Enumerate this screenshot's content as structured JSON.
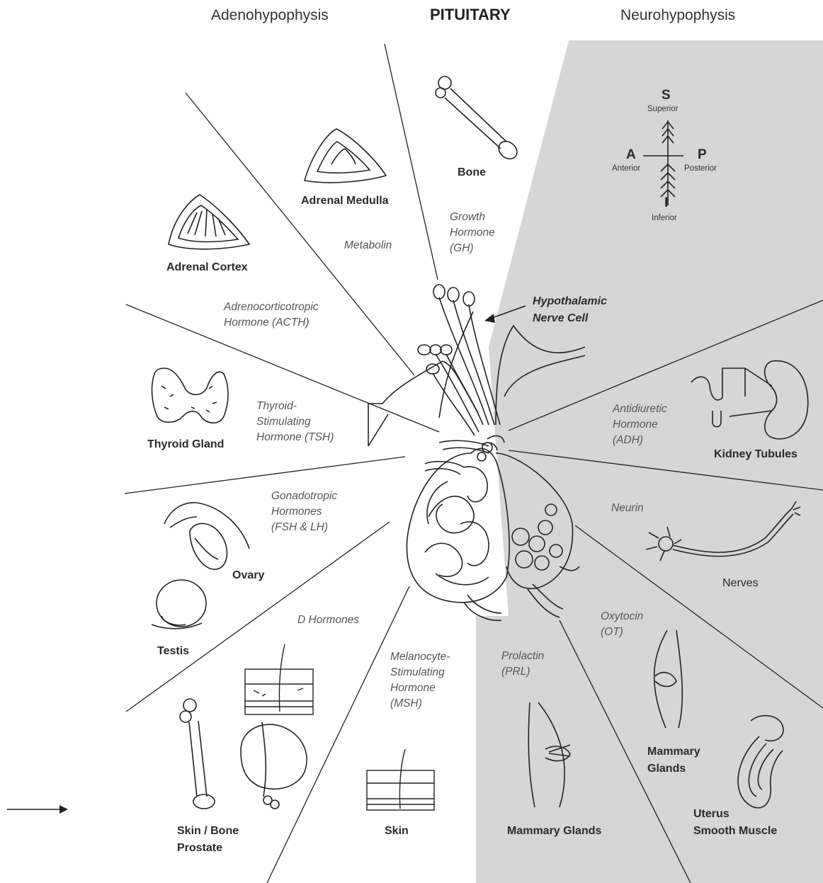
{
  "header": {
    "left": "Adenohypophysis",
    "center": "PITUITARY",
    "right": "Neurohypophysis"
  },
  "orientation": {
    "s": "S",
    "superior": "Superior",
    "a": "A",
    "anterior": "Anterior",
    "p": "P",
    "posterior": "Posterior",
    "i": "I",
    "inferior": "Inferior"
  },
  "callout": {
    "line1": "Hypothalamic",
    "line2": "Nerve Cell"
  },
  "organs": {
    "bone": "Bone",
    "adrenal_medulla": "Adrenal Medulla",
    "adrenal_cortex": "Adrenal Cortex",
    "thyroid_gland": "Thyroid Gland",
    "ovary": "Ovary",
    "testis": "Testis",
    "skin_bone_line1": "Skin / Bone",
    "skin_bone_line2": "Prostate",
    "skin": "Skin",
    "mammary_glands_bottom": "Mammary Glands",
    "mammary_glands_line1": "Mammary",
    "mammary_glands_line2": "Glands",
    "uterus_line1": "Uterus",
    "uterus_line2": "Smooth Muscle",
    "nerves": "Nerves",
    "kidney_tubules": "Kidney Tubules"
  },
  "hormones": {
    "gh": [
      "Growth",
      "Hormone",
      "(GH)"
    ],
    "metabolin": "Metabolin",
    "acth": [
      "Adrenocorticotropic",
      "Hormone (ACTH)"
    ],
    "tsh": [
      "Thyroid-",
      "Stimulating",
      "Hormone (TSH)"
    ],
    "gonadotropic": [
      "Gonadotropic",
      "Hormones",
      "(FSH & LH)"
    ],
    "d_hormones": "D Hormones",
    "msh": [
      "Melanocyte-",
      "Stimulating",
      "Hormone",
      "(MSH)"
    ],
    "prl": [
      "Prolactin",
      "(PRL)"
    ],
    "ot": [
      "Oxytocin",
      "(OT)"
    ],
    "neurin": "Neurin",
    "adh": [
      "Antidiuretic",
      "Hormone",
      "(ADH)"
    ]
  },
  "colors": {
    "neuro_shade": "#d6d6d6",
    "line": "#222222"
  }
}
